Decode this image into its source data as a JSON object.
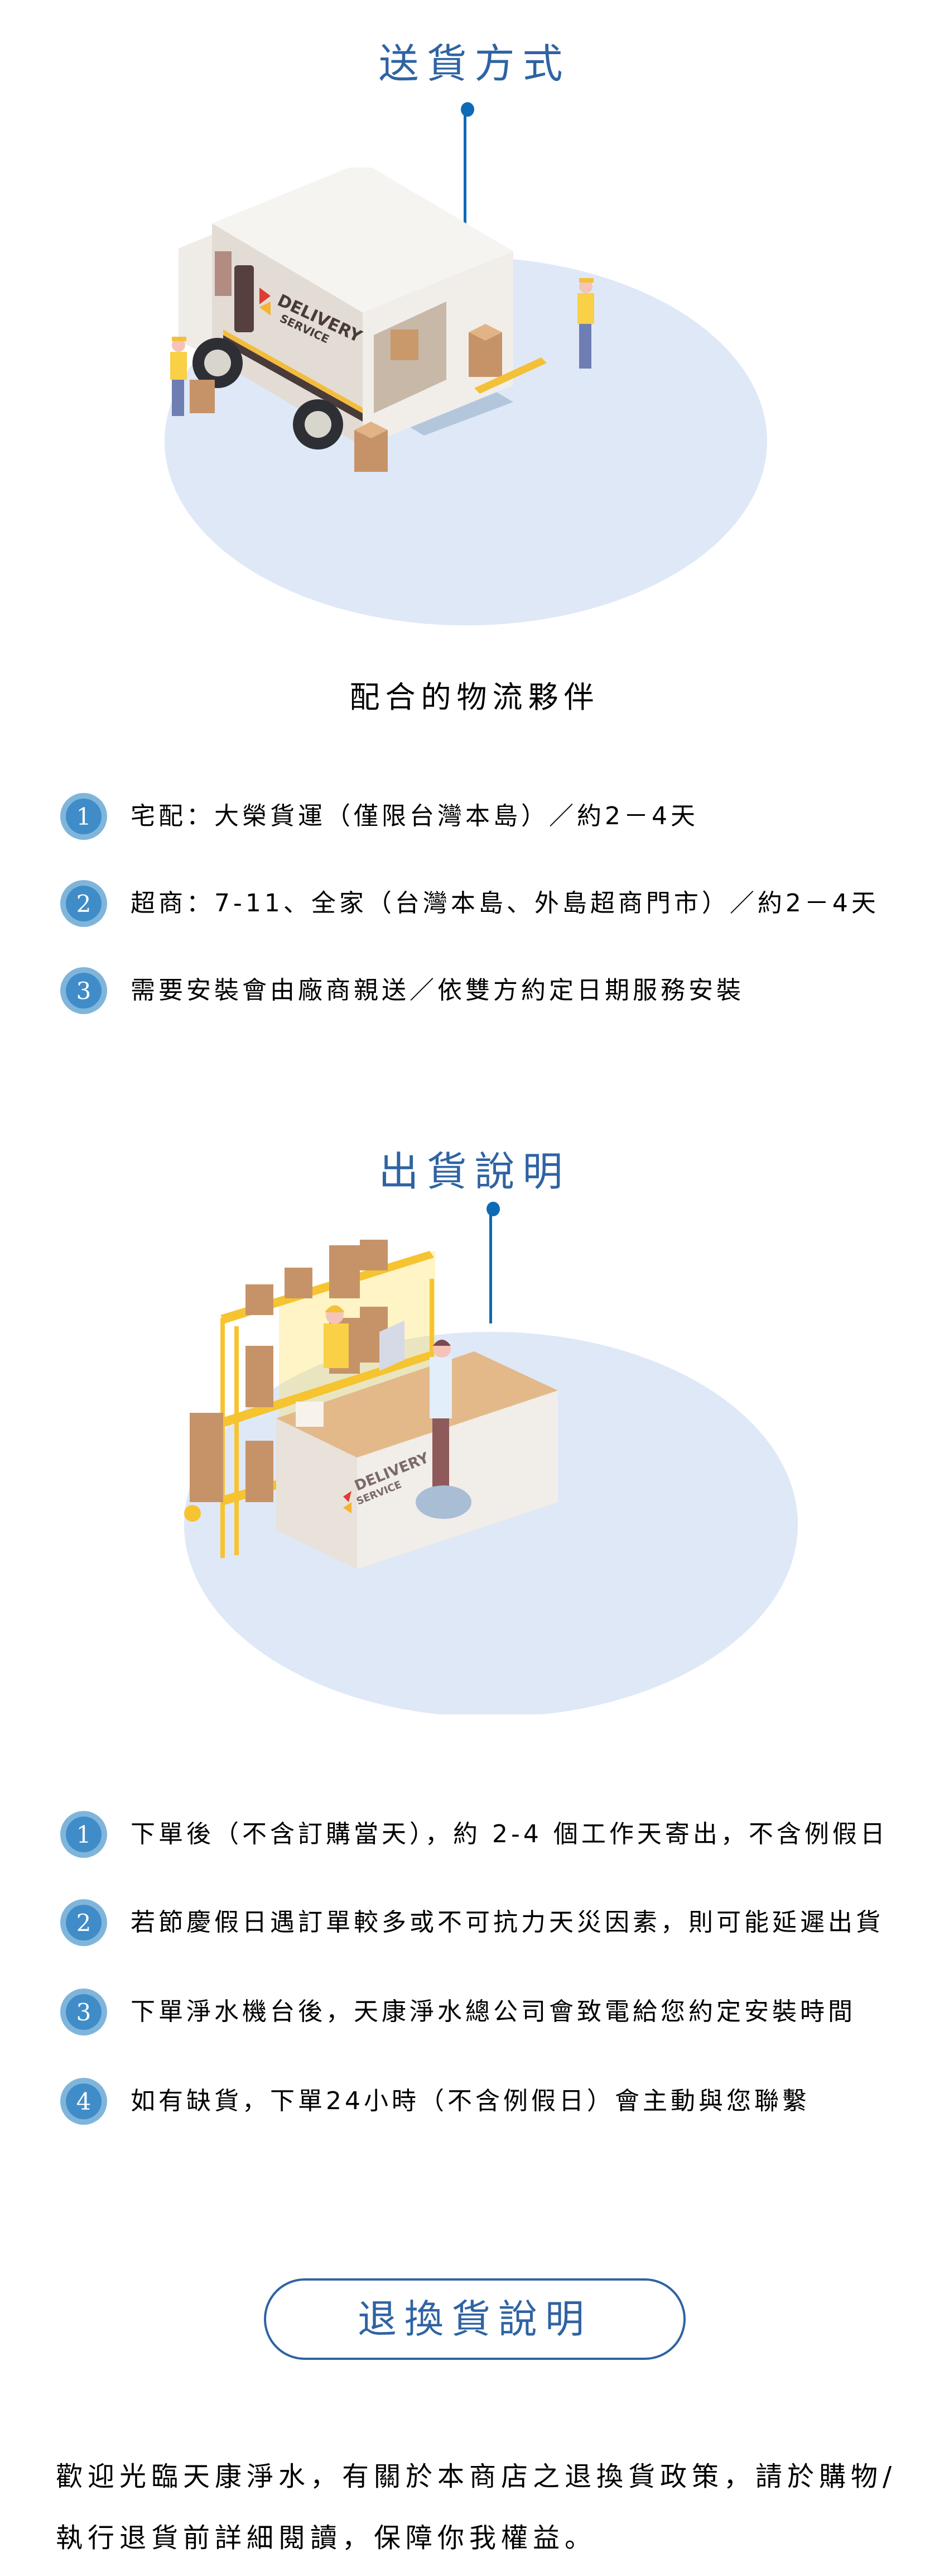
{
  "delivery_section": {
    "title": "送貨方式",
    "illustration": "delivery-van-illustration",
    "illustration_text": [
      "DELIVERY",
      "SERVICE"
    ],
    "subtitle": "配合的物流夥伴",
    "items": [
      {
        "number": "1",
        "text": "宅配：大榮貨運（僅限台灣本島）／約2－4天"
      },
      {
        "number": "2",
        "text": "超商：7-11、全家（台灣本島、外島超商門市）／約2－4天"
      },
      {
        "number": "3",
        "text": "需要安裝會由廠商親送／依雙方約定日期服務安裝"
      }
    ]
  },
  "shipping_section": {
    "title": "出貨說明",
    "illustration": "warehouse-counter-illustration",
    "illustration_text": [
      "DELIVERY",
      "SERVICE"
    ],
    "items": [
      {
        "number": "1",
        "text": "下單後（不含訂購當天），約 2-4 個工作天寄出，不含例假日"
      },
      {
        "number": "2",
        "text": "若節慶假日遇訂單較多或不可抗力天災因素，則可能延遲出貨"
      },
      {
        "number": "3",
        "text": "下單淨水機台後，天康淨水總公司會致電給您約定安裝時間"
      },
      {
        "number": "4",
        "text": "如有缺貨，下單24小時（不含例假日）會主動與您聯繫"
      }
    ]
  },
  "returns_section": {
    "button_label": "退換貨說明",
    "policy_text": "歡迎光臨天康淨水，有關於本商店之退換貨政策，請於購物/執行退貨前詳細閱讀，保障你我權益。"
  },
  "colors": {
    "title_blue": "#2f63a3",
    "pin_blue": "#0d6ab7",
    "badge_outer": "#80b5db",
    "badge_inner": "#3f8cc8",
    "floor_ellipse": "#dfe8f7"
  }
}
